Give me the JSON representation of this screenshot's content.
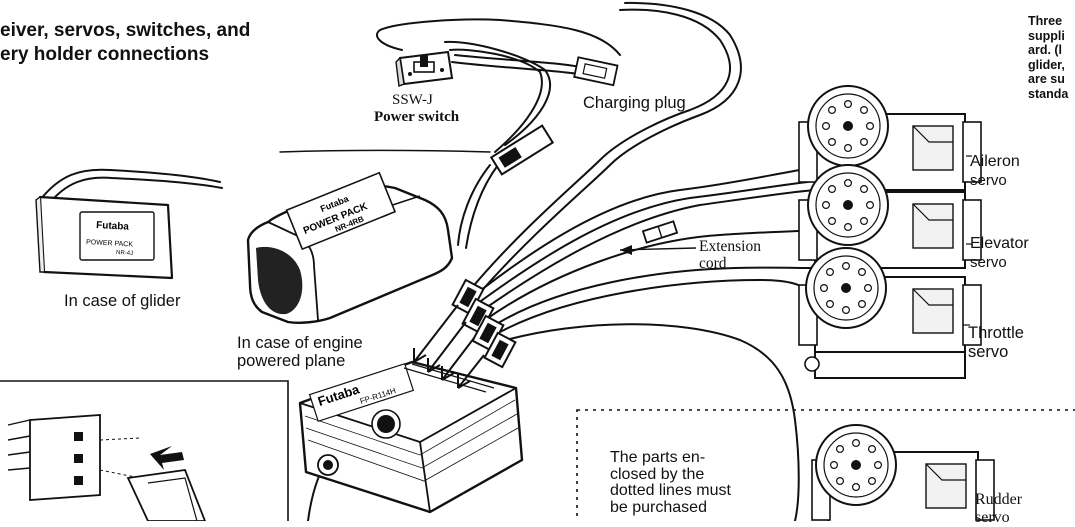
{
  "title": {
    "line1": "eiver, servos, switches, and",
    "line2": "ery holder connections"
  },
  "side_note": {
    "lines": [
      "Three",
      "suppli",
      "ard. (l",
      "glider,",
      "are su",
      "standa"
    ]
  },
  "switch": {
    "model": "SSW-J",
    "name": "Power switch"
  },
  "charging_plug": "Charging plug",
  "glider_pack": {
    "brand": "Futaba",
    "print1": "POWER PACK",
    "print2": "NR-4J",
    "caption": "In case of glider"
  },
  "engine_pack": {
    "print1": "Futaba",
    "print2": "POWER PACK",
    "print3": "NR-4RB",
    "caption_line1": "In case of engine",
    "caption_line2": "powered plane"
  },
  "receiver": {
    "brand": "Futaba",
    "model": "FP-R114H"
  },
  "extension_cord": {
    "line1": "Extension",
    "line2": "cord"
  },
  "servos": {
    "aileron": {
      "line1": "Aileron",
      "line2": "servo"
    },
    "elevator": {
      "line1": "Elevator",
      "line2": "servo"
    },
    "throttle": {
      "line1": "Throttle",
      "line2": "servo"
    },
    "rudder": {
      "line1": "Rudder",
      "line2": "servo"
    }
  },
  "dotted_note": {
    "line1": "The parts en-",
    "line2": "closed by the",
    "line3": "dotted lines must",
    "line4": "be purchased"
  }
}
